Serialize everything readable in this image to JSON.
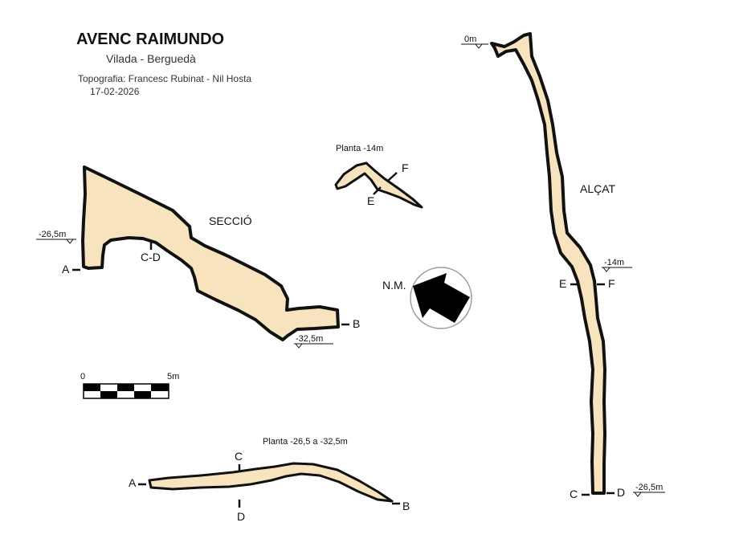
{
  "header": {
    "title": "AVENC RAIMUNDO",
    "location": "Vilada  -  Berguedà",
    "credits": "Topografia: Francesc Rubinat - Nil Hosta",
    "date": "17-02-2026"
  },
  "seccio": {
    "label": "SECCIÓ",
    "depth_left": "-26,5m",
    "depth_bottom": "-32,5m",
    "point_a": "A",
    "point_b": "B",
    "point_cd": "C-D"
  },
  "planta14": {
    "label": "Planta -14m",
    "point_e": "E",
    "point_f": "F"
  },
  "alcat": {
    "label": "ALÇAT",
    "depth_top": "0m",
    "depth_mid": "-14m",
    "depth_bottom": "-26,5m",
    "point_e": "E",
    "point_f": "F",
    "point_c": "C",
    "point_d": "D"
  },
  "north": {
    "label": "N.M."
  },
  "scale": {
    "start": "0",
    "end": "5m"
  },
  "planta_low": {
    "label": "Planta -26,5 a -32,5m",
    "point_a": "A",
    "point_b": "B",
    "point_c": "C",
    "point_d": "D"
  },
  "colors": {
    "cave_fill": "#f7e3bd",
    "outline": "#111111"
  }
}
